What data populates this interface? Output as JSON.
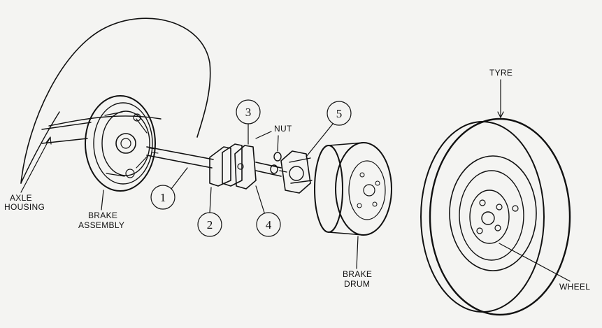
{
  "diagram": {
    "labels": {
      "axle_housing": [
        "AXLE",
        "HOUSING"
      ],
      "brake_assembly": [
        "BRAKE",
        "ASSEMBLY"
      ],
      "nut": "NUT",
      "brake_drum": [
        "BRAKE",
        "DRUM"
      ],
      "tyre": "TYRE",
      "wheel": "WHEEL"
    },
    "callouts": [
      "1",
      "2",
      "3",
      "4",
      "5"
    ]
  }
}
